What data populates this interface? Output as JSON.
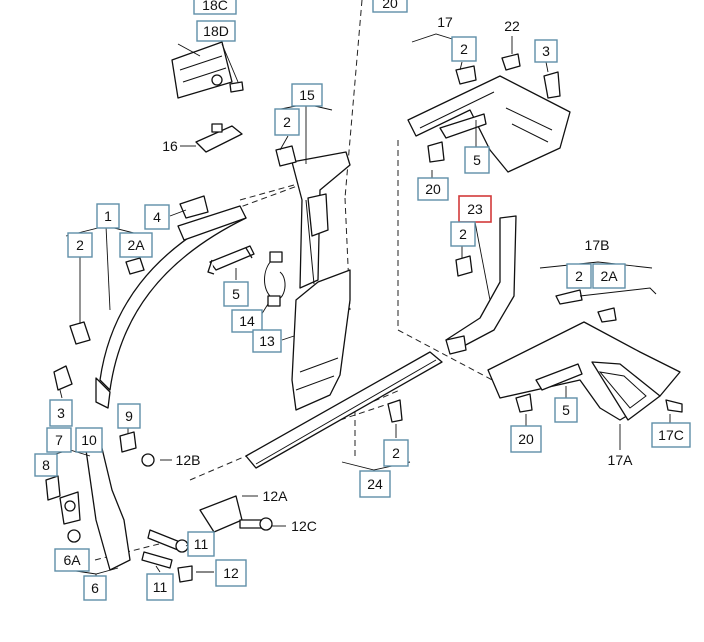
{
  "diagram": {
    "labels": {
      "l18c": "18C",
      "l18d": "18D",
      "l20top": "20",
      "l17": "17",
      "l22": "22",
      "l2_a": "2",
      "l3_a": "3",
      "l15": "15",
      "l2_b": "2",
      "l16": "16",
      "l5_a": "5",
      "l20_a": "20",
      "l23": "23",
      "l2_c": "2",
      "l1": "1",
      "l4": "4",
      "l2_d": "2",
      "l2a_a": "2A",
      "l5_b": "5",
      "l14": "14",
      "l13": "13",
      "l17b": "17B",
      "l2_e": "2",
      "l2a_b": "2A",
      "l3_b": "3",
      "l9": "9",
      "l7": "7",
      "l10": "10",
      "l8": "8",
      "l12b": "12B",
      "l12a": "12A",
      "l12c": "12C",
      "l2_f": "2",
      "l24": "24",
      "l5_c": "5",
      "l20_b": "20",
      "l17c": "17C",
      "l17a": "17A",
      "l11_a": "11",
      "l6a": "6A",
      "l6": "6",
      "l11_b": "11",
      "l12": "12"
    }
  }
}
